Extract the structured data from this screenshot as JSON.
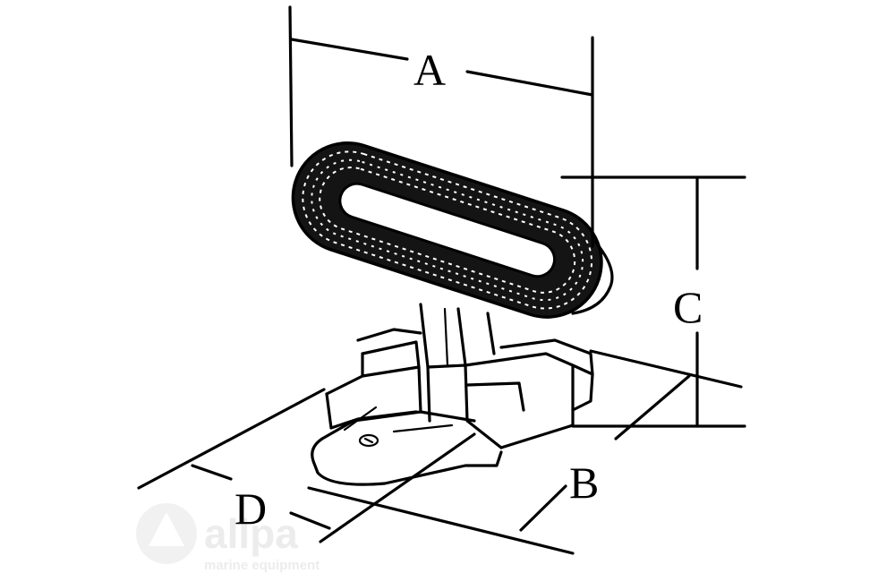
{
  "diagram": {
    "labels": {
      "a": "A",
      "b": "B",
      "c": "C",
      "d": "D"
    }
  },
  "watermark": {
    "brand": "allpa",
    "tagline": "marine equipment"
  },
  "colors": {
    "ink": "#000000",
    "background": "#ffffff",
    "watermark": "#ececec"
  }
}
